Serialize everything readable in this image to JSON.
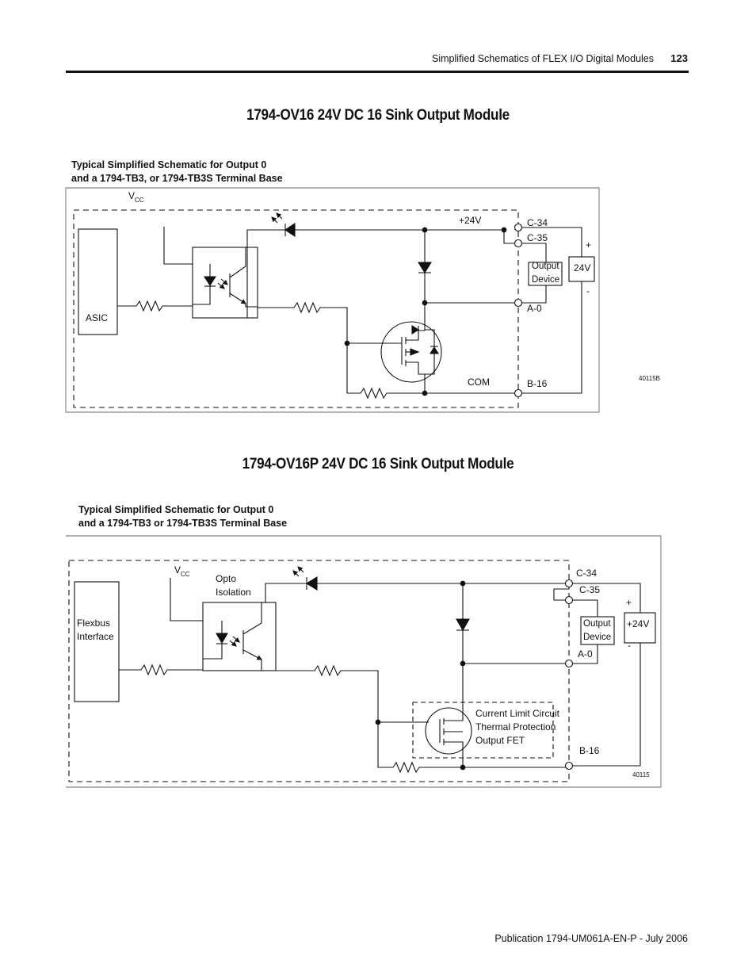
{
  "header": {
    "section": "Simplified Schematics of FLEX I/O Digital Modules",
    "page_number": "123"
  },
  "schematic1": {
    "title": "1794-OV16 24V DC 16 Sink Output Module",
    "caption_line1": "Typical Simplified Schematic for Output 0",
    "caption_line2": "and a 1794-TB3, or 1794-TB3S Terminal Base",
    "vcc_v": "V",
    "vcc_sub": "CC",
    "asic": "ASIC",
    "plus24v": "+24V",
    "com": "COM",
    "c34": "C-34",
    "c35": "C-35",
    "a0": "A-0",
    "b16": "B-16",
    "output_line1": "Output",
    "output_line2": "Device",
    "supply": "24V",
    "plus": "+",
    "minus": "-",
    "figure_id": "40115B"
  },
  "schematic2": {
    "title": "1794-OV16P 24V DC 16 Sink Output Module",
    "caption_line1": "Typical Simplified Schematic for Output 0",
    "caption_line2": "and a 1794-TB3 or 1794-TB3S Terminal Base",
    "vcc_v": "V",
    "vcc_sub": "CC",
    "opto_line1": "Opto",
    "opto_line2": "Isolation",
    "flexbus_line1": "Flexbus",
    "flexbus_line2": "Interface",
    "fet_line1": "Current Limit Circuit",
    "fet_line2": "Thermal Protection",
    "fet_line3": "Output FET",
    "c34": "C-34",
    "c35": "C-35",
    "a0": "A-0",
    "b16": "B-16",
    "output_line1": "Output",
    "output_line2": "Device",
    "supply": "+24V",
    "plus": "+",
    "minus": "-",
    "figure_id": "40115"
  },
  "footer": {
    "publication": "Publication 1794-UM061A-EN-P - July 2006"
  }
}
